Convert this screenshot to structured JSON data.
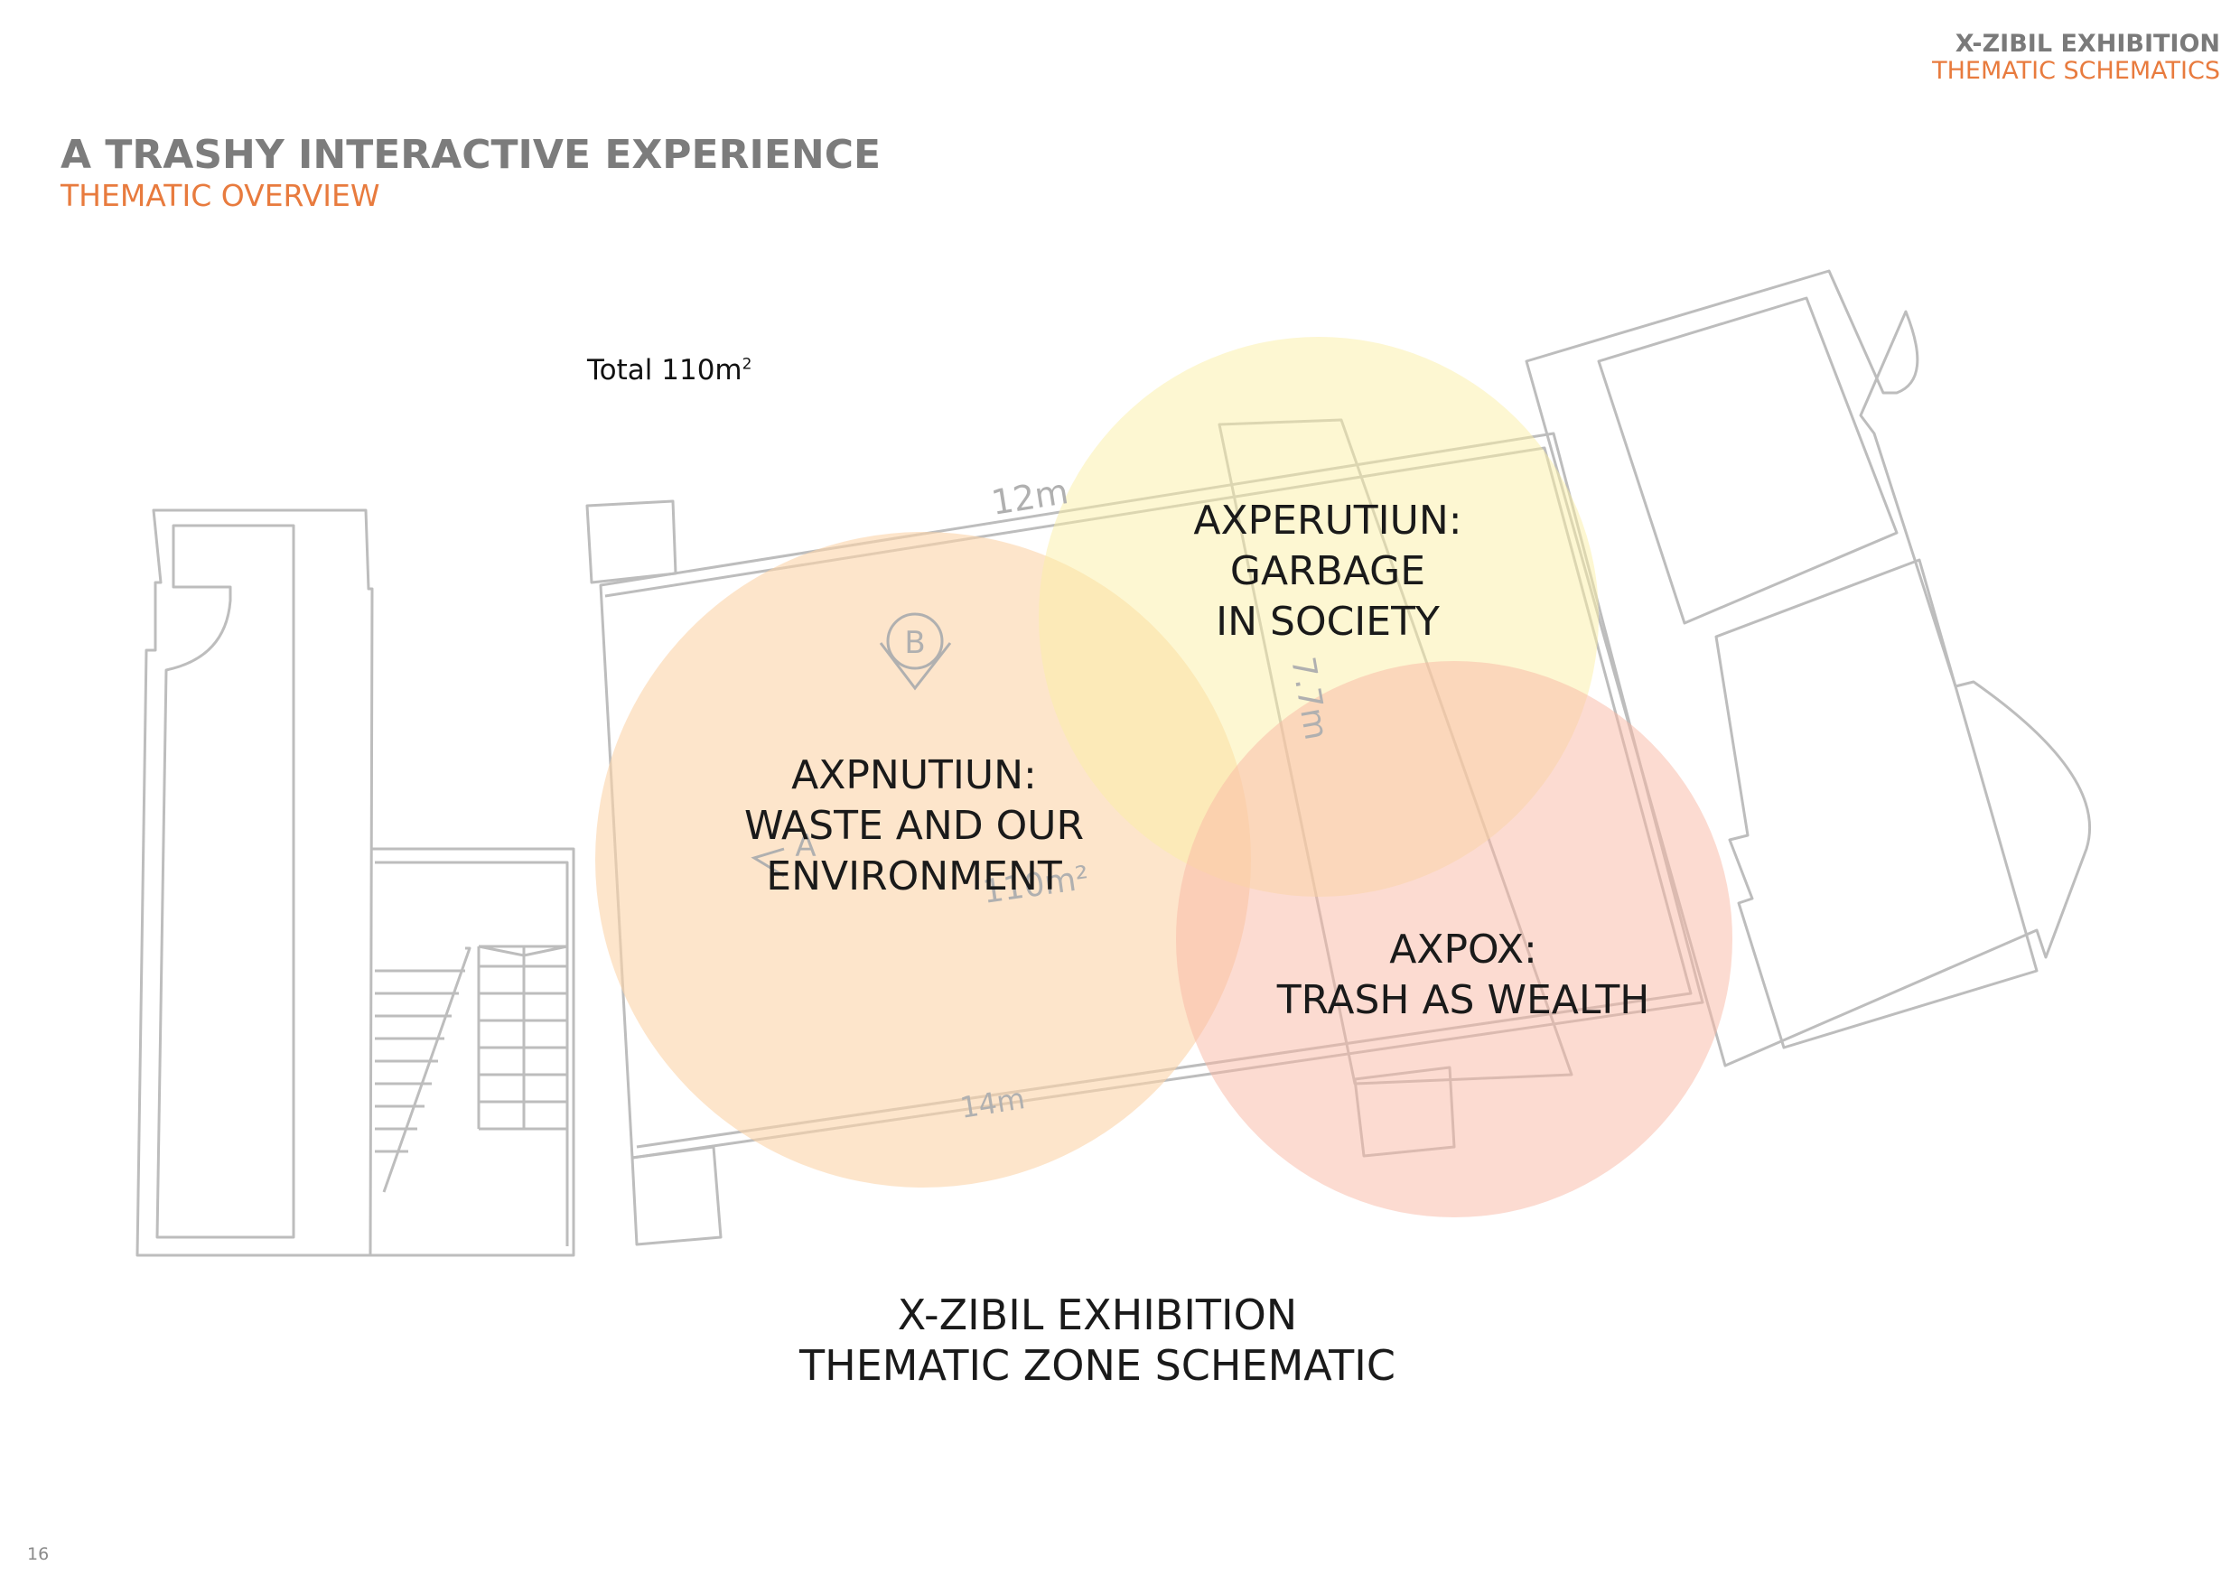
{
  "header": {
    "exhibition": "X-ZIBIL EXHIBITION",
    "section": "THEMATIC SCHEMATICS"
  },
  "page": {
    "title": "A TRASHY INTERACTIVE EXPERIENCE",
    "subtitle": "THEMATIC OVERVIEW",
    "number": "16"
  },
  "plan": {
    "total_label": "Total 110m",
    "total_sup": "2",
    "dim_top": "12m",
    "dim_bottom": "14m",
    "dim_right": "7.7m",
    "area_label": "110m²",
    "marker_a": "A",
    "marker_b": "B"
  },
  "zones": [
    {
      "line1": "AXPNUTIUN:",
      "line2": "WASTE AND OUR",
      "line3": "ENVIRONMENT",
      "color": "#fbd4a8"
    },
    {
      "line1": "AXPERUTIUN:",
      "line2": "GARBAGE",
      "line3": "IN SOCIETY",
      "color": "#fcf0a6"
    },
    {
      "line1": "AXPOX:",
      "line2": "TRASH AS WEALTH",
      "color": "#f9b8a4"
    }
  ],
  "caption": {
    "line1": "X-ZIBIL EXHIBITION",
    "line2": "THEMATIC ZONE SCHEMATIC"
  }
}
